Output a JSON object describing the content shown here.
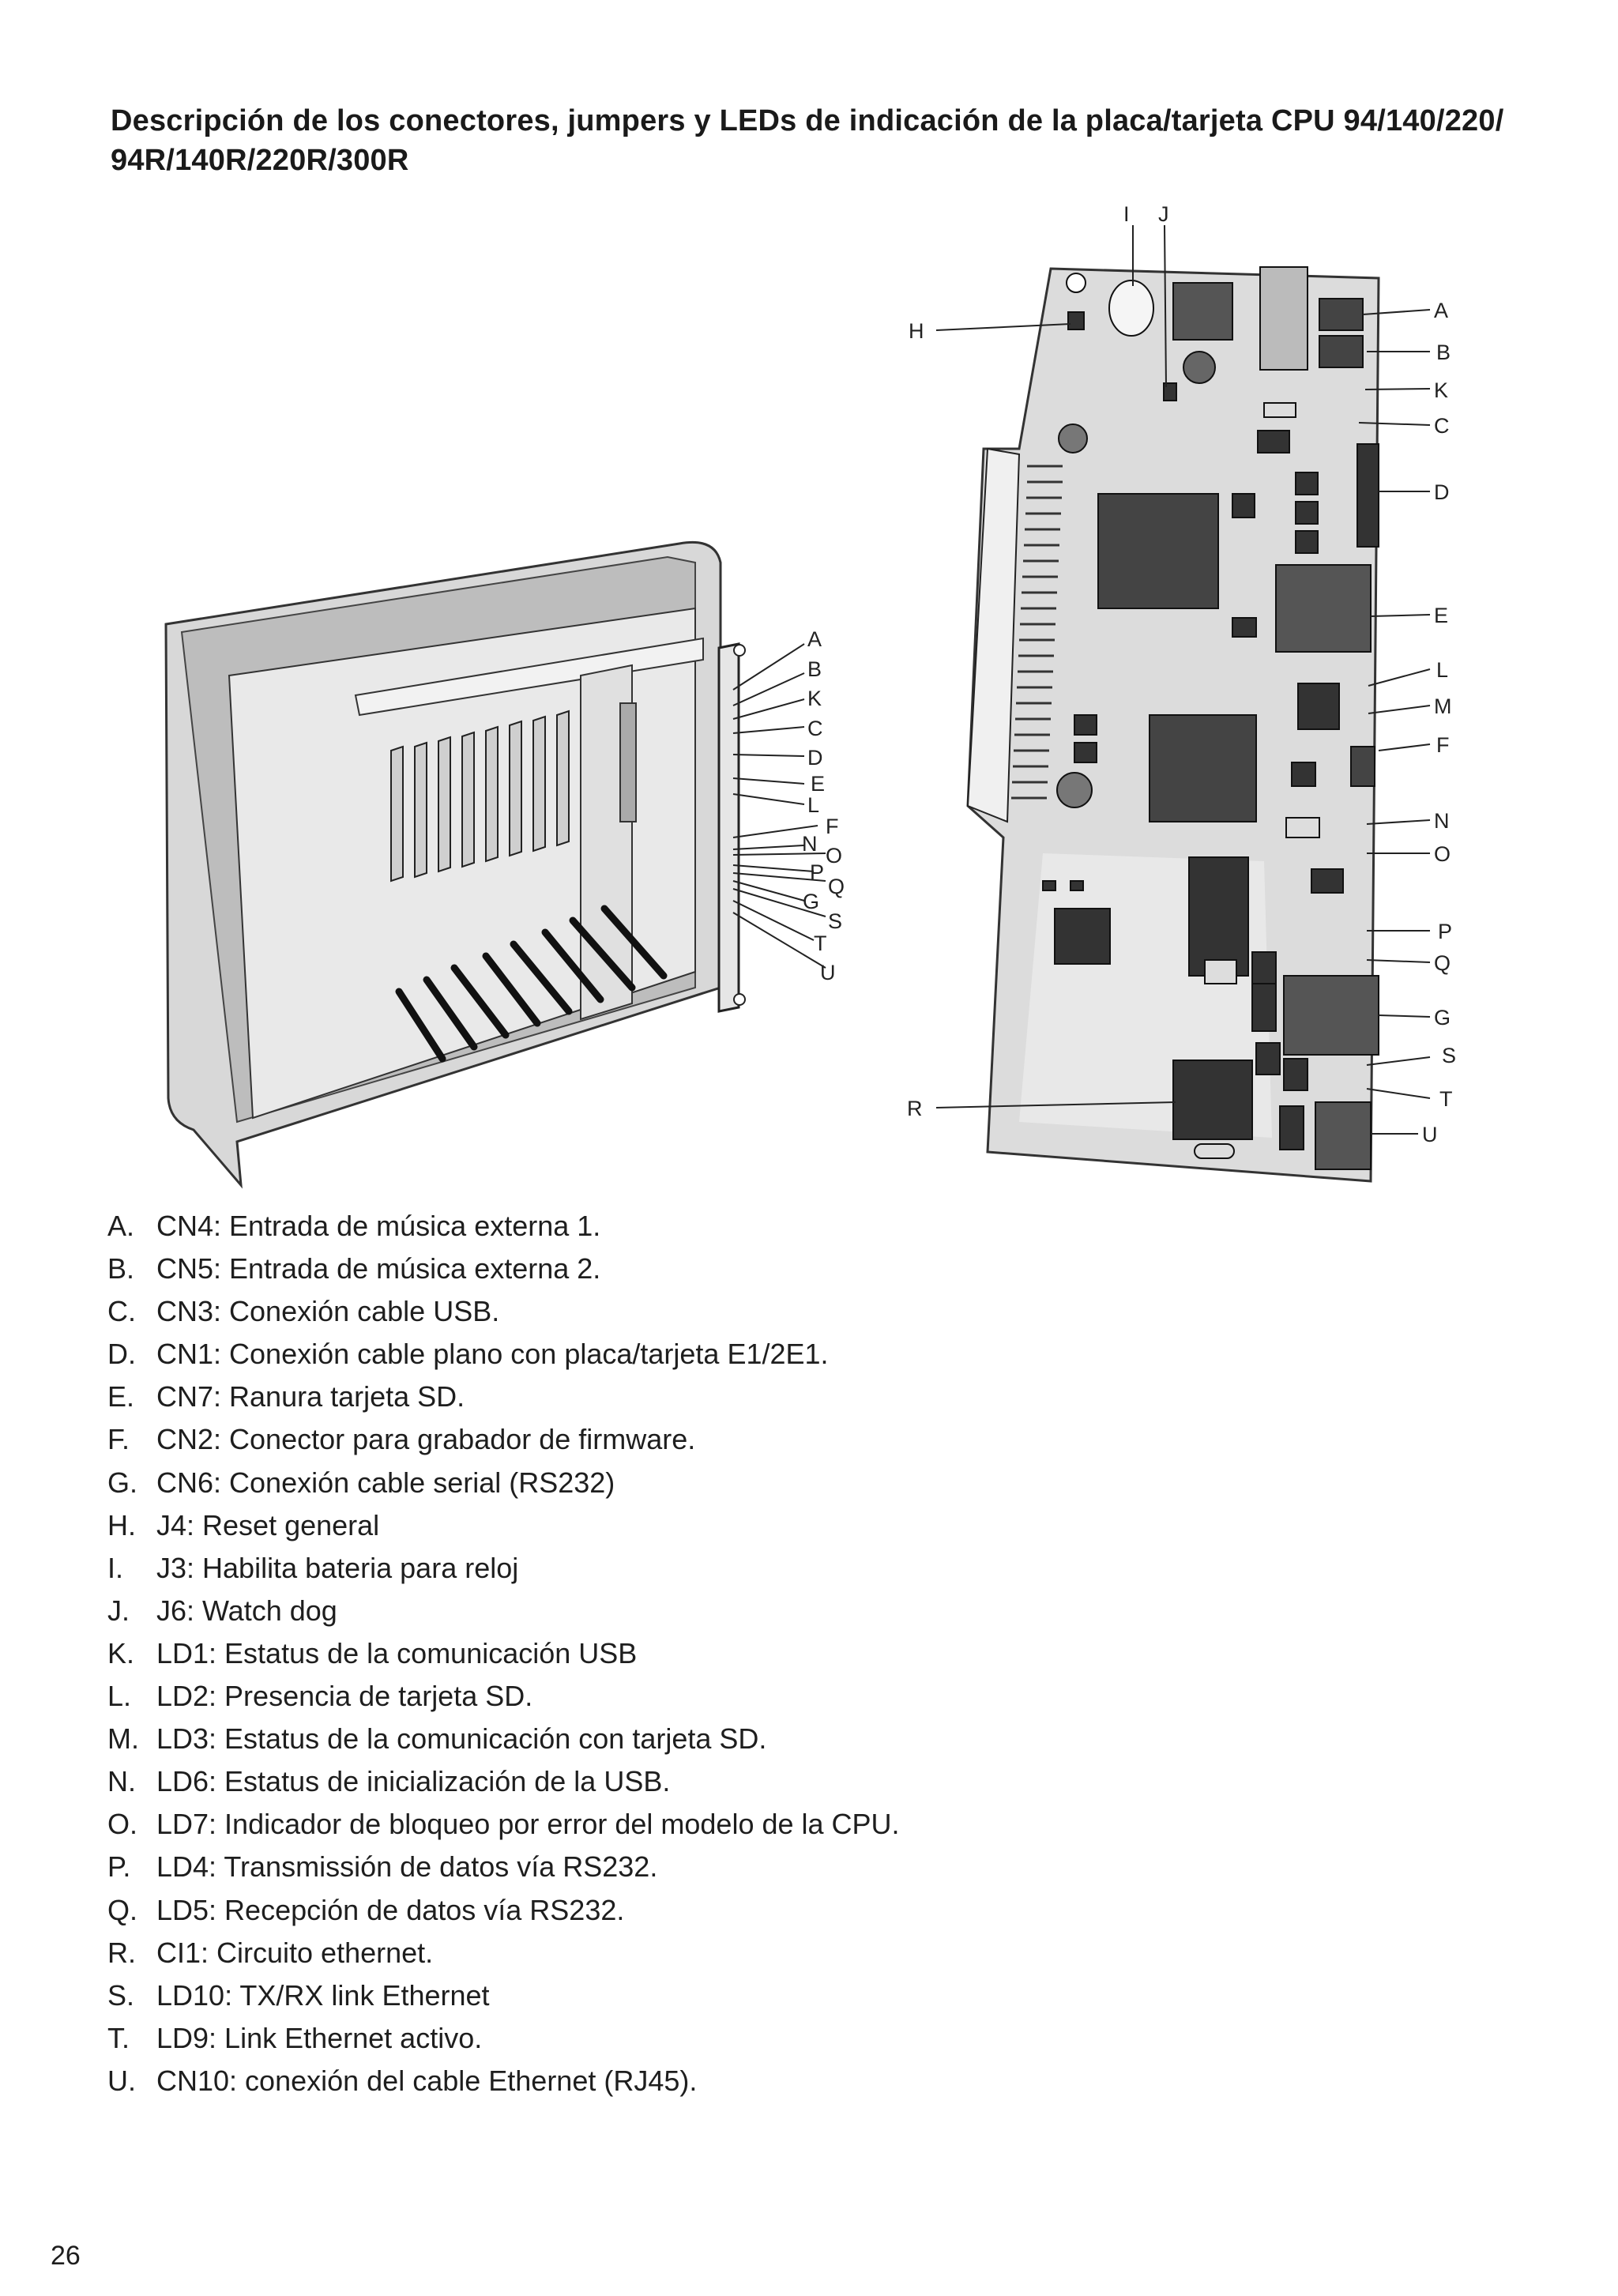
{
  "document": {
    "title": "Descripción de los conectores, jumpers y LEDs de indicación de la placa/tarjeta CPU 94/140/220/ 94R/140R/220R/300R",
    "page_number": "26"
  },
  "figure": {
    "cabinet_callouts": [
      "A",
      "B",
      "K",
      "C",
      "D",
      "E",
      "L",
      "F",
      "N",
      "O",
      "P",
      "Q",
      "G",
      "S",
      "T",
      "U"
    ],
    "board_callouts": [
      "I",
      "J",
      "H",
      "A",
      "B",
      "K",
      "C",
      "D",
      "E",
      "L",
      "M",
      "F",
      "N",
      "O",
      "P",
      "Q",
      "G",
      "S",
      "T",
      "U",
      "R"
    ]
  },
  "legend": [
    {
      "letter": "A.",
      "text": "CN4: Entrada de música externa 1."
    },
    {
      "letter": "B.",
      "text": "CN5: Entrada de música externa 2."
    },
    {
      "letter": "C.",
      "text": "CN3: Conexión cable USB."
    },
    {
      "letter": "D.",
      "text": "CN1: Conexión cable plano con placa/tarjeta E1/2E1."
    },
    {
      "letter": "E.",
      "text": "CN7: Ranura tarjeta SD."
    },
    {
      "letter": "F.",
      "text": "CN2: Conector para grabador de firmware."
    },
    {
      "letter": "G.",
      "text": "CN6: Conexión cable serial (RS232)"
    },
    {
      "letter": "H.",
      "text": "J4: Reset general"
    },
    {
      "letter": "I.",
      "text": "J3: Habilita bateria para reloj"
    },
    {
      "letter": "J.",
      "text": "J6: Watch dog"
    },
    {
      "letter": "K.",
      "text": "LD1: Estatus de la comunicación USB"
    },
    {
      "letter": "L.",
      "text": "LD2: Presencia de tarjeta SD."
    },
    {
      "letter": "M.",
      "text": "LD3: Estatus de la comunicación con tarjeta SD."
    },
    {
      "letter": "N.",
      "text": "LD6: Estatus de inicialización de la USB."
    },
    {
      "letter": "O.",
      "text": "LD7: Indicador de bloqueo por error del modelo de la CPU."
    },
    {
      "letter": "P.",
      "text": "LD4: Transmissión de datos vía RS232."
    },
    {
      "letter": "Q.",
      "text": "LD5: Recepción de datos vía RS232."
    },
    {
      "letter": "R.",
      "text": "CI1: Circuito ethernet."
    },
    {
      "letter": "S.",
      "text": "LD10: TX/RX link Ethernet"
    },
    {
      "letter": "T.",
      "text": "LD9: Link Ethernet activo."
    },
    {
      "letter": "U.",
      "text": "CN10: conexión del cable Ethernet (RJ45)."
    }
  ]
}
